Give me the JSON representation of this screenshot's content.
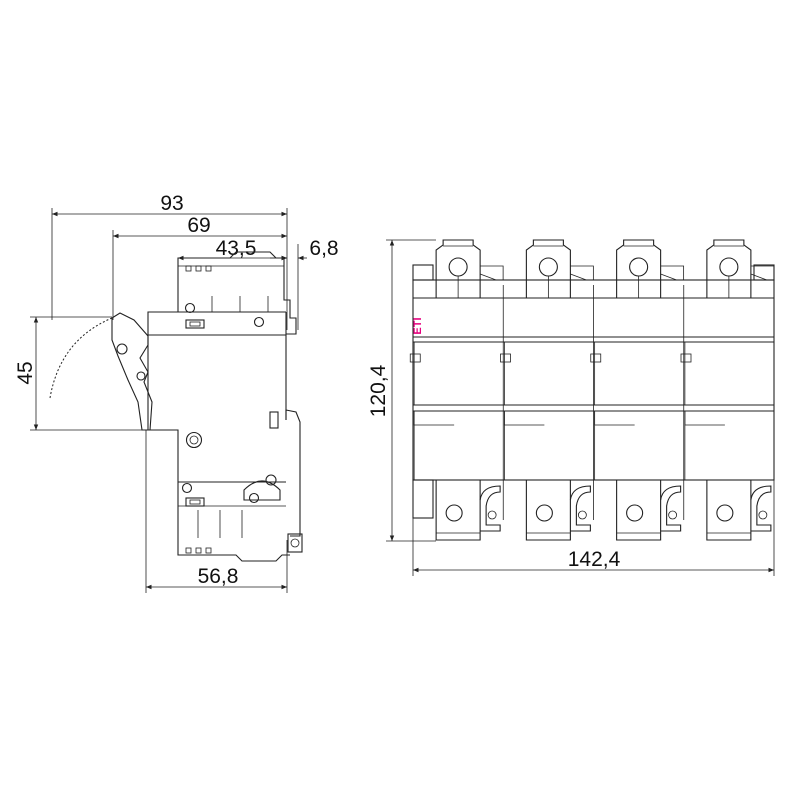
{
  "side_view": {
    "dimensions": {
      "overall_depth": "93",
      "handle_depth": "69",
      "body_depth": "43,5",
      "rail_offset": "6,8",
      "handle_swing": "45",
      "base_depth": "56,8"
    }
  },
  "front_view": {
    "poles": 4,
    "brand": "ETI",
    "brand_color": "#e6007e",
    "dimensions": {
      "height": "120,4",
      "width": "142,4"
    }
  }
}
